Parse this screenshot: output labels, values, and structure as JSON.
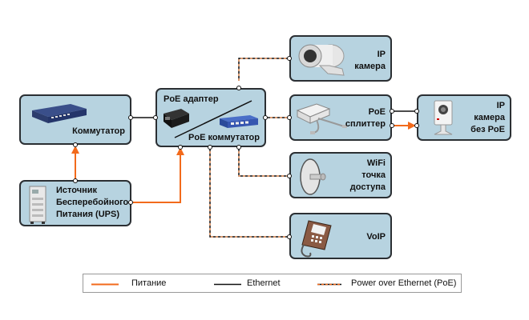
{
  "nodes": {
    "switch": {
      "label": "Коммутатор",
      "icon": "network-switch-icon"
    },
    "poe_hub": {
      "label_top": "PoE адаптер",
      "label_bottom": "PoE коммутатор",
      "icons": [
        "poe-adapter-icon",
        "poe-switch-icon"
      ]
    },
    "ups": {
      "label_lines": [
        "Источник",
        "Бесперебойного",
        "Питания (UPS)"
      ],
      "icon": "ups-icon"
    },
    "ip_camera": {
      "label_lines": [
        "IP",
        "камера"
      ],
      "icon": "bullet-camera-icon"
    },
    "poe_splitter": {
      "label_lines": [
        "PoE",
        "сплиттер"
      ],
      "icon": "poe-splitter-icon"
    },
    "ip_camera_no_poe": {
      "label_lines": [
        "IP",
        "камера",
        "без PoE"
      ],
      "icon": "cube-camera-icon"
    },
    "wifi_ap": {
      "label_lines": [
        "WiFi",
        "точка",
        "доступа"
      ],
      "icon": "dish-antenna-icon"
    },
    "voip": {
      "label": "VoIP",
      "icon": "voip-phone-icon"
    }
  },
  "connections": [
    {
      "from": "switch",
      "to": "poe_hub",
      "type": "ethernet"
    },
    {
      "from": "ups",
      "to": "switch",
      "type": "power"
    },
    {
      "from": "ups",
      "to": "poe_hub",
      "type": "power"
    },
    {
      "from": "poe_hub",
      "to": "ip_camera",
      "type": "poe"
    },
    {
      "from": "poe_hub",
      "to": "poe_splitter",
      "type": "poe"
    },
    {
      "from": "poe_hub",
      "to": "wifi_ap",
      "type": "poe"
    },
    {
      "from": "poe_hub",
      "to": "voip",
      "type": "poe"
    },
    {
      "from": "poe_splitter",
      "to": "ip_camera_no_poe",
      "type": "ethernet"
    },
    {
      "from": "poe_splitter",
      "to": "ip_camera_no_poe",
      "type": "power"
    }
  ],
  "colors": {
    "power": "#f26a1b",
    "ethernet": "#111111",
    "poe_dash": "#f26a1b",
    "box_fill": "#b7d3e0"
  },
  "legend": {
    "power": "Питание",
    "ethernet": "Ethernet",
    "poe": "Power over Ethernet (PoE)"
  }
}
